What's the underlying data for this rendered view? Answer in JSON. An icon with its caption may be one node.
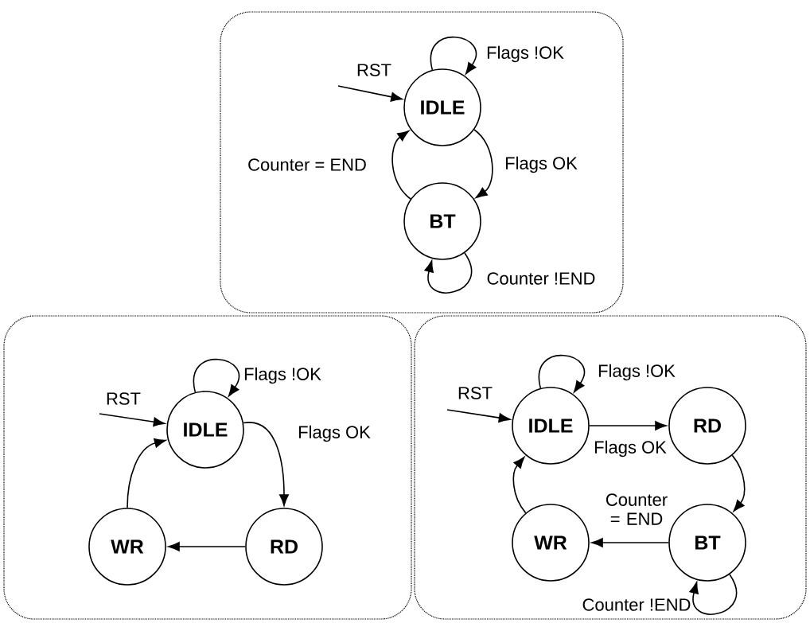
{
  "diagram": {
    "nodes": [
      {
        "text": [],
        "shape": "box"
      },
      {
        "text": [
          "IDLE"
        ],
        "in": 0
      },
      {
        "text": [
          "BT"
        ],
        "in": 0
      },
      {
        "text": [],
        "shape": "box"
      },
      {
        "text": [
          "IDLE"
        ],
        "in": 3
      },
      {
        "text": [
          "WR"
        ],
        "in": 3
      },
      {
        "text": [
          "RD"
        ],
        "in": 3
      },
      {
        "text": [],
        "shape": "box"
      },
      {
        "text": [
          "IDLE"
        ],
        "in": 7
      },
      {
        "text": [
          "RD"
        ],
        "in": 7
      },
      {
        "text": [
          "WR"
        ],
        "in": 7
      },
      {
        "text": [
          "BT"
        ],
        "in": 7
      }
    ],
    "edges": [
      {
        "from": null,
        "to": 1,
        "arrow": "to",
        "label": "RST"
      },
      {
        "from": 1,
        "to": 1,
        "arrow": "to",
        "label": "Flags !OK"
      },
      {
        "from": 1,
        "to": 2,
        "arrow": "to",
        "label": "Flags OK"
      },
      {
        "from": 2,
        "to": 1,
        "arrow": "to",
        "label": "Counter = END"
      },
      {
        "from": 2,
        "to": 2,
        "arrow": "to",
        "label": "Counter !END"
      },
      {
        "from": null,
        "to": 4,
        "arrow": "to",
        "label": "RST"
      },
      {
        "from": 4,
        "to": 4,
        "arrow": "to",
        "label": "Flags !OK"
      },
      {
        "from": 4,
        "to": 6,
        "arrow": "to",
        "label": "Flags OK"
      },
      {
        "from": 6,
        "to": 5,
        "arrow": "to"
      },
      {
        "from": 5,
        "to": 4,
        "arrow": "to"
      },
      {
        "from": null,
        "to": 8,
        "arrow": "to",
        "label": "RST"
      },
      {
        "from": 8,
        "to": 8,
        "arrow": "to",
        "label": "Flags !OK"
      },
      {
        "from": 8,
        "to": 9,
        "arrow": "to",
        "label": "Flags OK"
      },
      {
        "from": 9,
        "to": 11,
        "arrow": "to"
      },
      {
        "from": 11,
        "to": 10,
        "arrow": "to",
        "label": "Counter = END"
      },
      {
        "from": 10,
        "to": 8,
        "arrow": "to"
      },
      {
        "from": 11,
        "to": 11,
        "arrow": "to",
        "label": "Counter !END"
      }
    ]
  }
}
